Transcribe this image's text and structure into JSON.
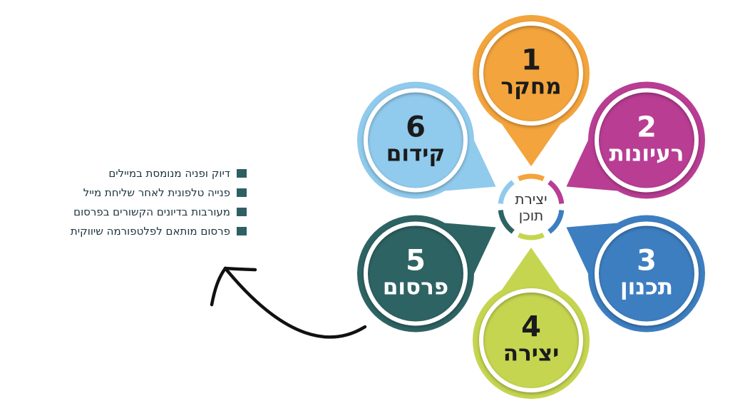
{
  "center": {
    "line1": "יצירת",
    "line2": "תוכן",
    "text_color": "#333333"
  },
  "steps": [
    {
      "number": "1",
      "label": "מחקר",
      "color": "#F3A43C",
      "text_color": "#1b1b1b"
    },
    {
      "number": "2",
      "label": "רעיונות",
      "color": "#B83D93",
      "text_color": "#ffffff"
    },
    {
      "number": "3",
      "label": "תכנון",
      "color": "#3D7EC0",
      "text_color": "#ffffff"
    },
    {
      "number": "4",
      "label": "יצירה",
      "color": "#C5D550",
      "text_color": "#1b1b1b"
    },
    {
      "number": "5",
      "label": "פרסום",
      "color": "#2E6364",
      "text_color": "#ffffff"
    },
    {
      "number": "6",
      "label": "קידום",
      "color": "#90CAEC",
      "text_color": "#1b1b1b"
    }
  ],
  "notes": {
    "bullet_color": "#2E5F63",
    "text_color": "#1d333e",
    "items": [
      "דיוק ופניה מנומסת במיילים",
      "פנייה טלפונית לאחר שליחת מייל",
      "מעורבות בדיונים הקשורים בפרסום",
      "פרסום מותאם לפלטפורמה שיווקית"
    ]
  },
  "arrow": {
    "color": "#111111"
  }
}
